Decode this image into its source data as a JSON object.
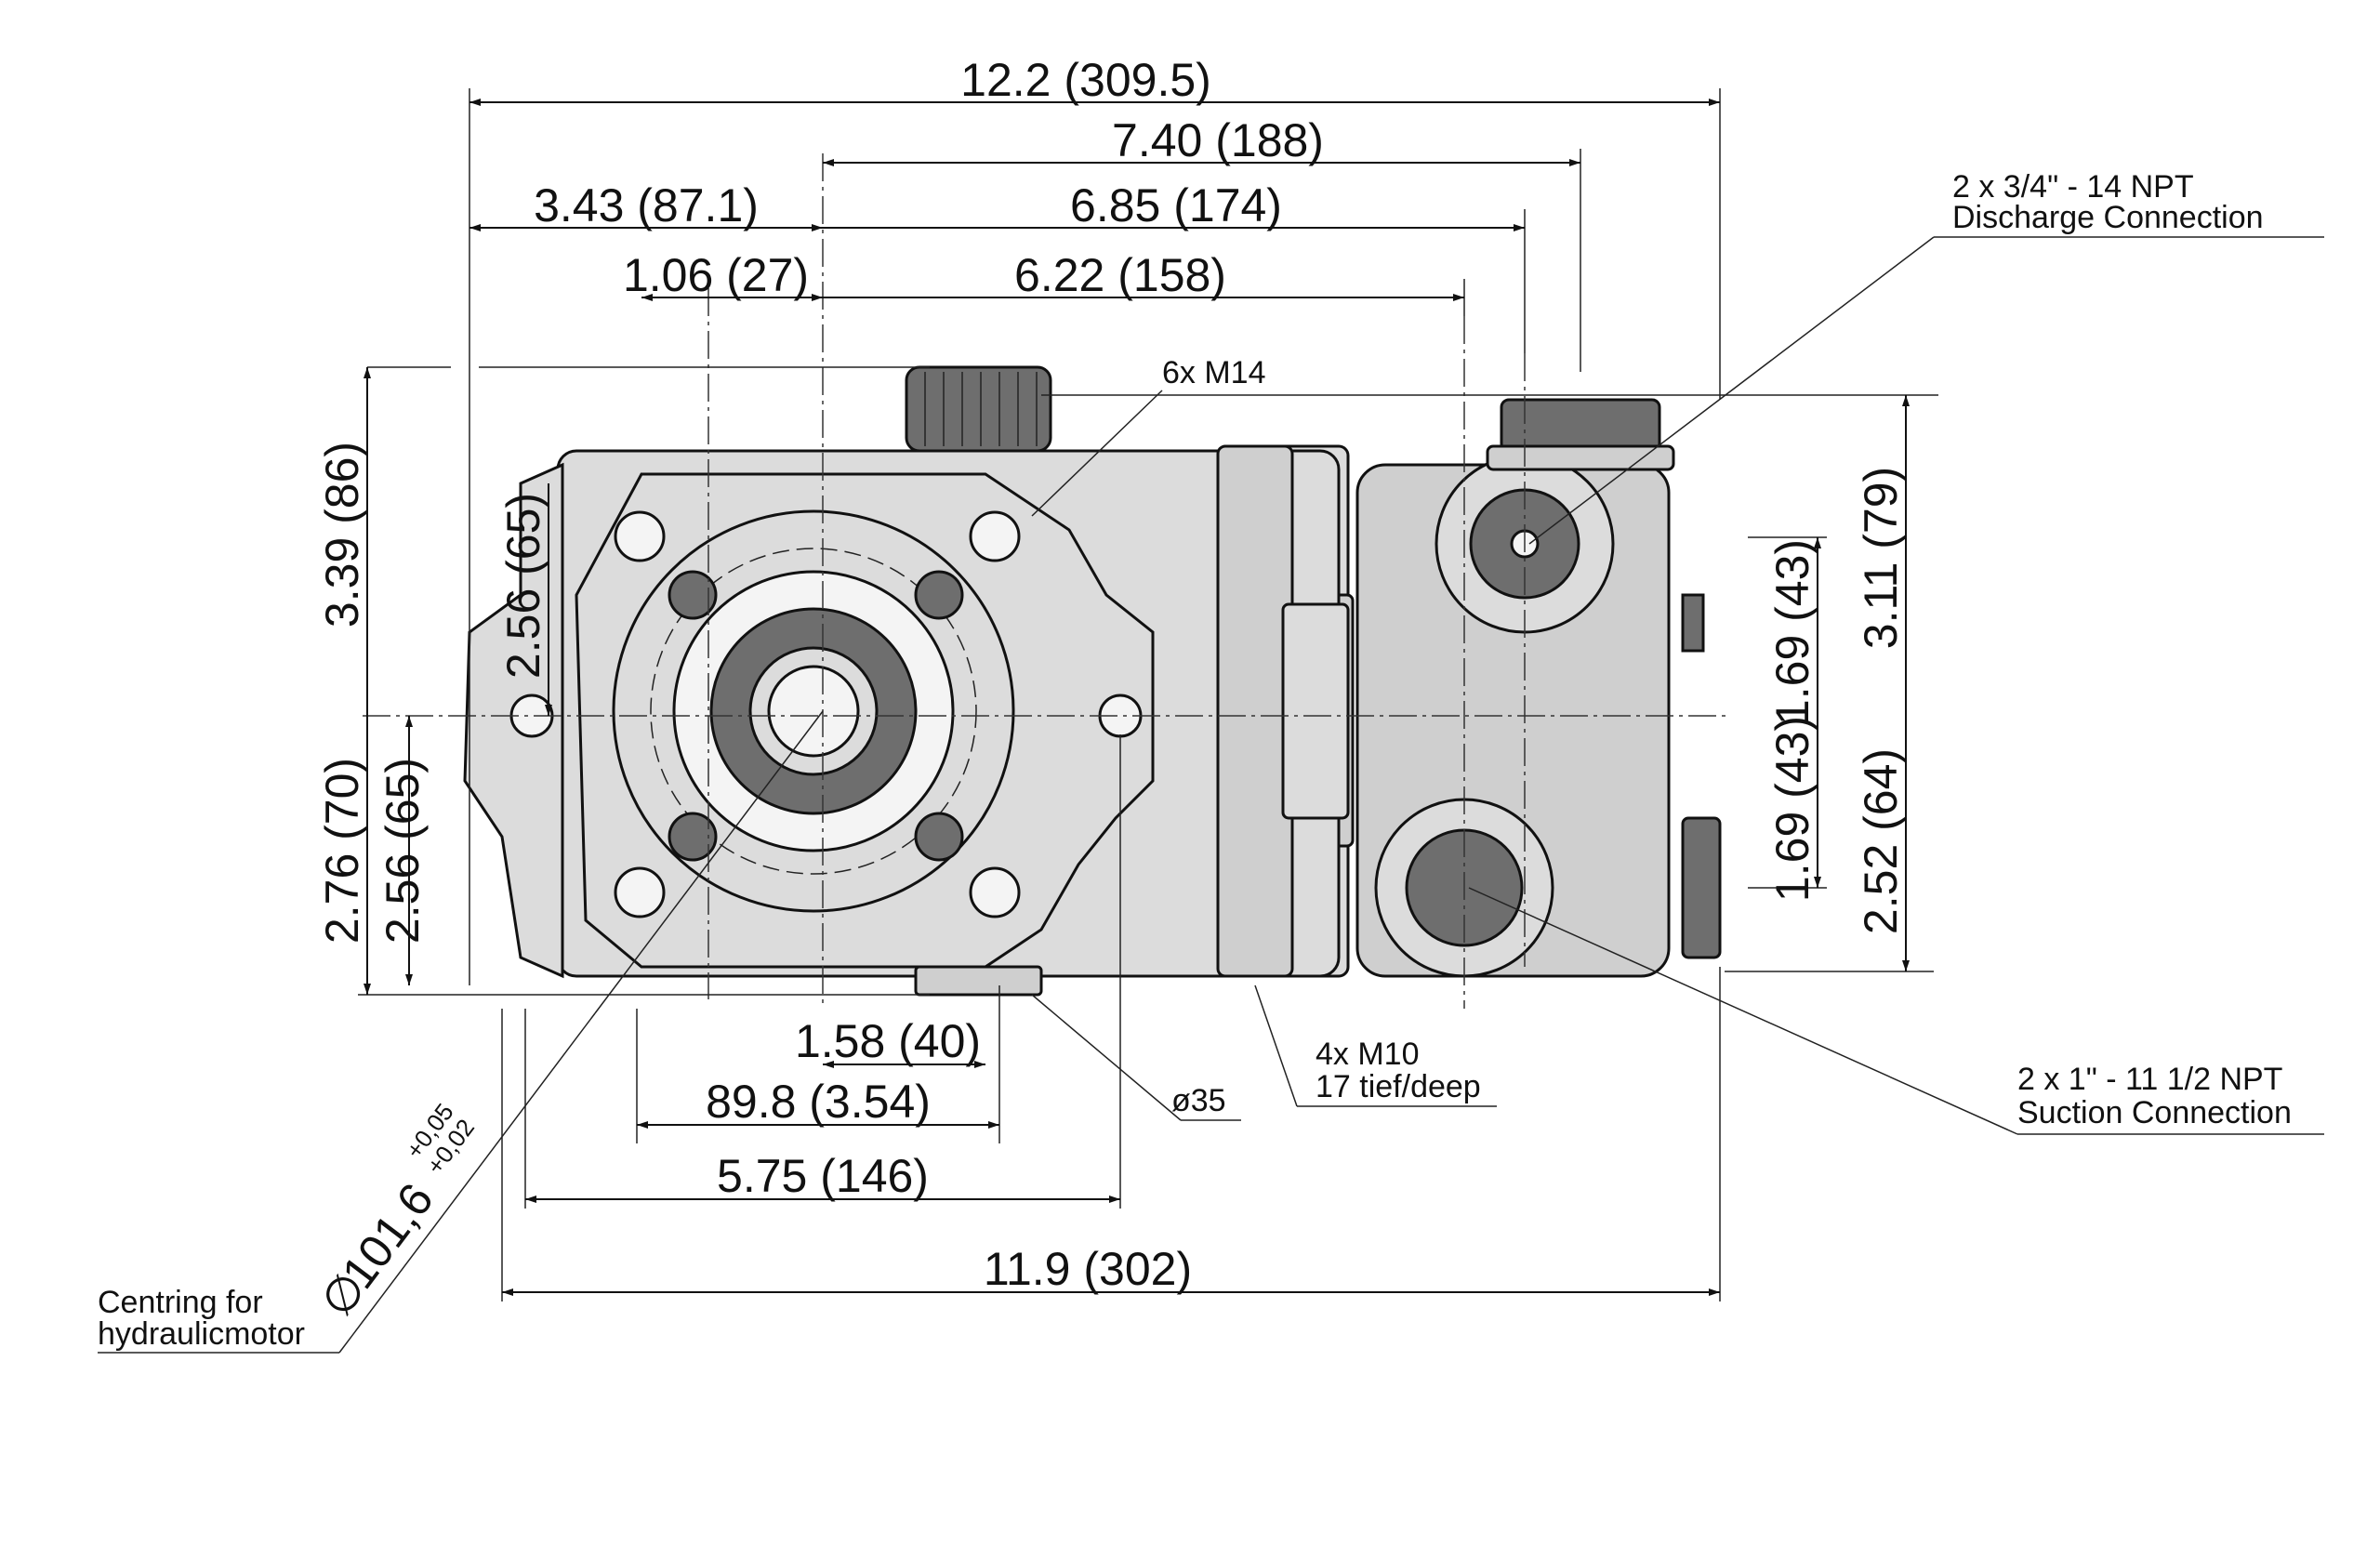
{
  "drawing": {
    "dimensions": {
      "overall_length": "12.2 (309.5)",
      "to_discharge": "7.40 (188)",
      "flange_left": "3.43 (87.1)",
      "to_suction": "6.85 (174)",
      "shaft_offset": "1.06 (27)",
      "to_stud_holes": "6.22 (158)",
      "height_top": "3.39 (86)",
      "flange_half_top": "2.56 (65)",
      "height_bottom": "2.76 (70)",
      "flange_half_bottom": "2.56 (65)",
      "discharge_height": "1.69 (43)",
      "suction_height": "1.69 (43)",
      "head_top": "3.11 (79)",
      "head_bottom": "2.52 (64)",
      "shaft_length": "1.58 (40)",
      "shaft_length_alt": "89.8 (3.54)",
      "flange_to_hole": "5.75 (146)",
      "base_length": "11.9 (302)"
    },
    "callouts": {
      "m14": "6x M14",
      "shaft_dia": "ø35",
      "m10_line1": "4x M10",
      "m10_line2": "17 tief/deep",
      "discharge_line1": "2 x 3/4\" - 14 NPT",
      "discharge_line2": "Discharge Connection",
      "suction_line1": "2 x 1\" - 11 1/2 NPT",
      "suction_line2": "Suction Connection",
      "centring_line1": "Centring for",
      "centring_line2": "hydraulicmotor",
      "centring_dia_symbol": "∅",
      "centring_dia": "101,6",
      "tol_upper": "+0,05",
      "tol_lower": "+0,02"
    }
  }
}
